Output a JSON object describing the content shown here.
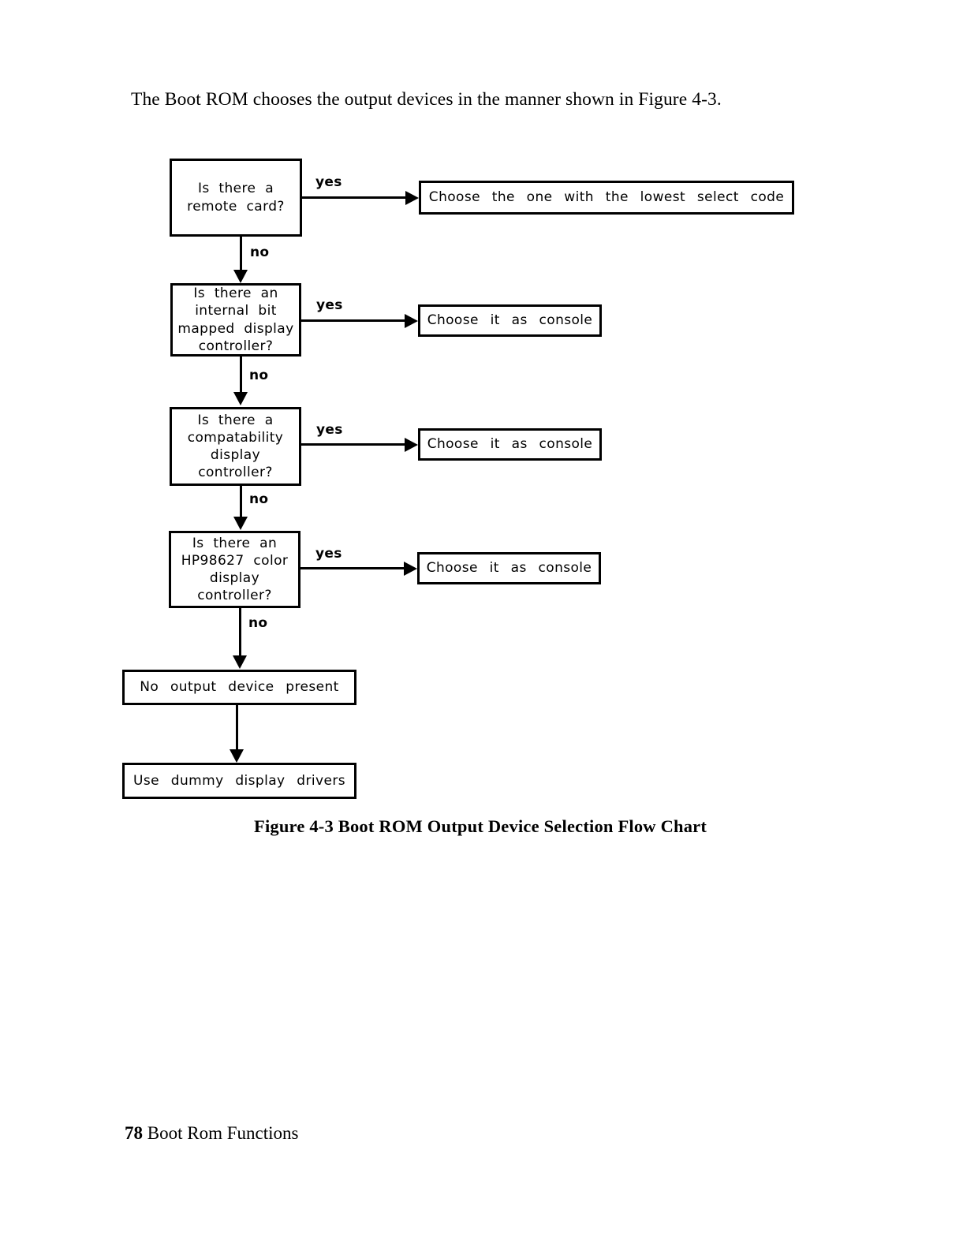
{
  "page": {
    "intro_text": "The Boot ROM chooses the output devices in the manner shown in Figure 4-3.",
    "figure_caption": "Figure 4-3 Boot ROM Output Device Selection Flow Chart",
    "footer_page_number": "78",
    "footer_title": "Boot Rom Functions",
    "ink_color": "#000000",
    "background_color": "#ffffff"
  },
  "flowchart": {
    "decisions": [
      {
        "id": "remote-card",
        "text": "Is  there  a\nremote  card?",
        "yes_label": "yes",
        "no_label": "no",
        "yes_target": "Choose  the  one  with  the  lowest  select  code"
      },
      {
        "id": "internal-bit-mapped-display",
        "text": "Is  there  an\ninternal  bit\nmapped  display\ncontroller?",
        "yes_label": "yes",
        "no_label": "no",
        "yes_target": "Choose  it  as  console"
      },
      {
        "id": "compatability-display",
        "text": "Is  there  a\ncompatability\ndisplay\ncontroller?",
        "yes_label": "yes",
        "no_label": "no",
        "yes_target": "Choose  it  as  console"
      },
      {
        "id": "hp98627-color-display",
        "text": "Is  there  an\nHP98627  color\ndisplay\ncontroller?",
        "yes_label": "yes",
        "no_label": "no",
        "yes_target": "Choose  it  as  console"
      }
    ],
    "outcomes": [
      {
        "id": "lowest-select-code",
        "text": "Choose  the  one  with  the  lowest  select  code"
      },
      {
        "id": "console-internal-bit-mapped",
        "text": "Choose  it  as  console"
      },
      {
        "id": "console-compatability",
        "text": "Choose  it  as  console"
      },
      {
        "id": "console-hp98627",
        "text": "Choose  it  as  console"
      }
    ],
    "terminals": [
      {
        "id": "no-output-device",
        "text": "No  output  device  present"
      },
      {
        "id": "dummy-drivers",
        "text": "Use  dummy  display  drivers"
      }
    ]
  }
}
